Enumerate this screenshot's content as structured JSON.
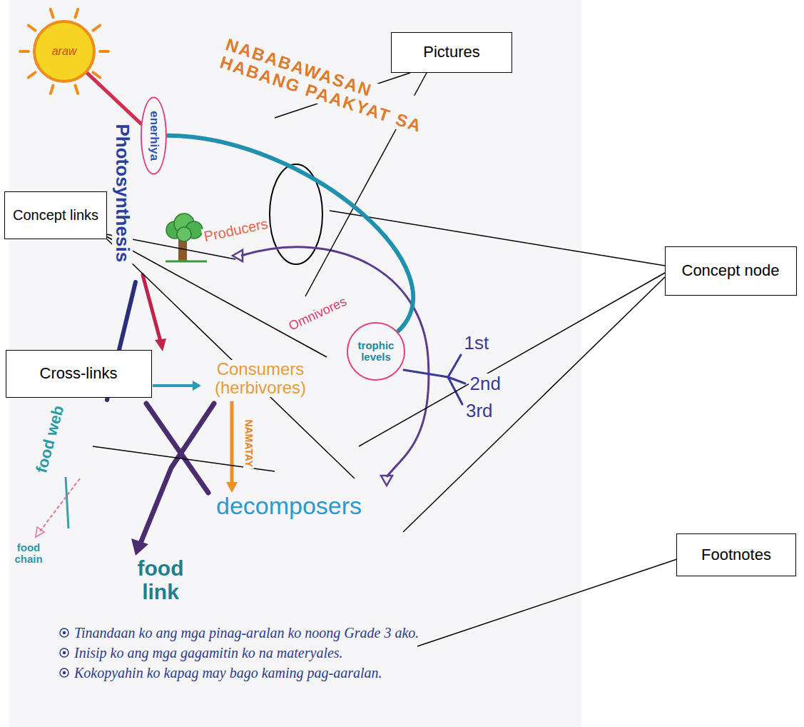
{
  "diagram": {
    "nodes": [
      {
        "text": [
          "araw"
        ]
      },
      {
        "text": [
          "Pictures"
        ]
      },
      {
        "text": [
          "enerhiya"
        ]
      },
      {
        "text": [
          "Concept links"
        ]
      },
      {
        "text": [
          "Concept node"
        ]
      },
      {
        "text": [
          "trophic levels"
        ]
      },
      {
        "text": [
          "Cross-links"
        ]
      },
      {
        "text": [
          "Footnotes"
        ]
      }
    ],
    "edges": [
      {
        "from": 0,
        "to": 2,
        "arrow": "none"
      },
      {
        "from": 2,
        "to": 5,
        "arrow": "none"
      }
    ],
    "labels": [
      "Photosynthesis",
      "NABABAWASAN HABANG PAAKYAT SA",
      "Producers",
      "Omnivores",
      "Consumers (herbivores)",
      "1st",
      "2nd",
      "3rd",
      "NAMATAY",
      "decomposers",
      "food web",
      "food chain",
      "food link",
      "Tinandaan ko ang mga pinag-aralan ko noong Grade 3 ako.",
      "Inisip ko ang mga gagamitin ko na materyales.",
      "Kokopyahin ko kapag may bago kaming pag-aaralan."
    ]
  }
}
